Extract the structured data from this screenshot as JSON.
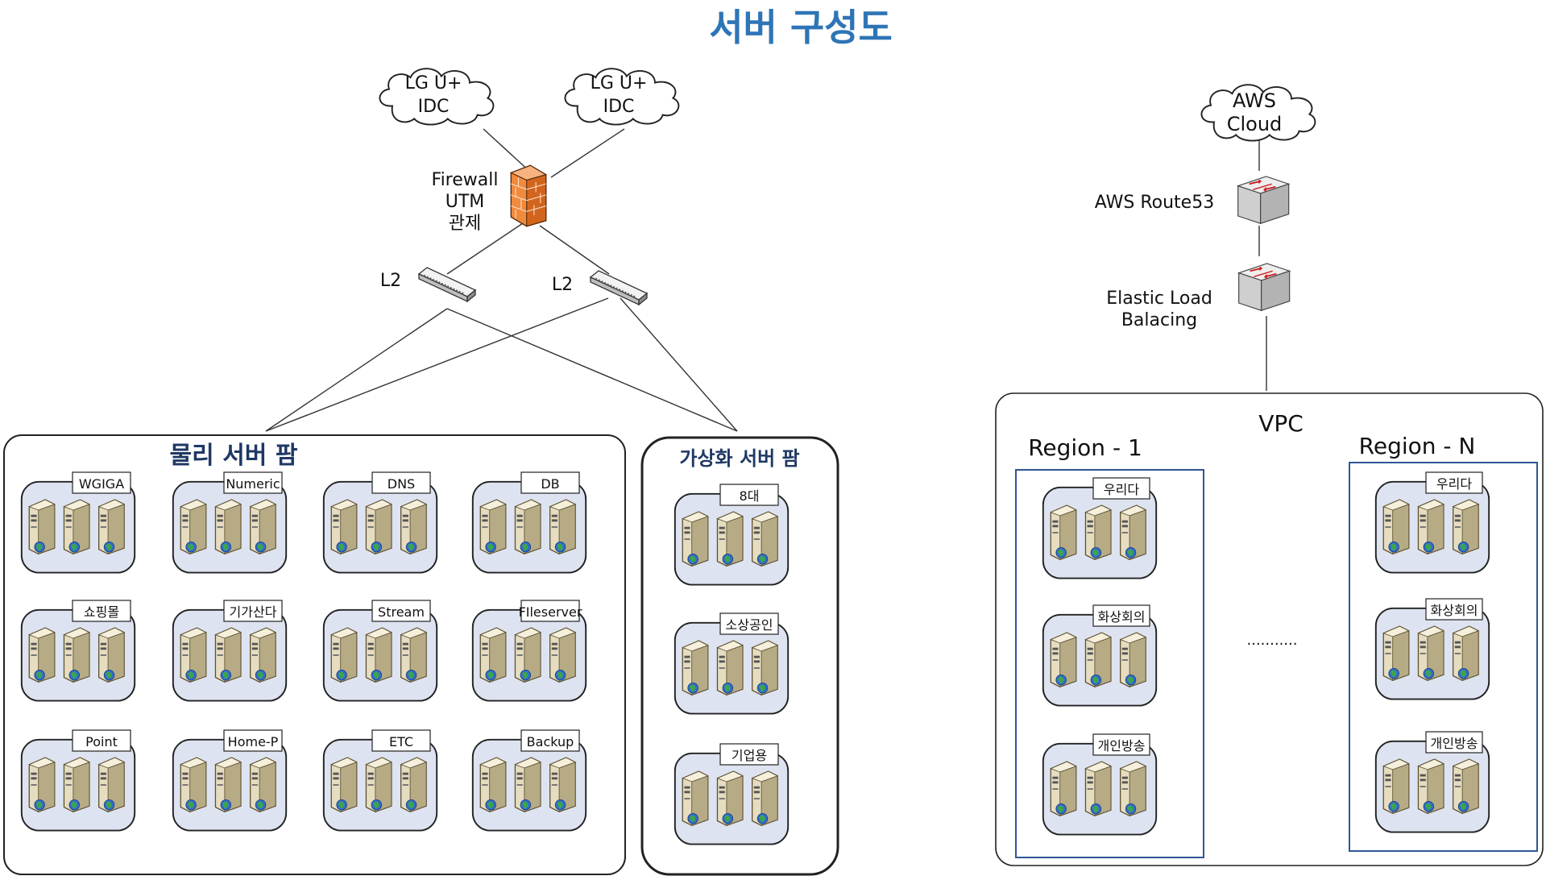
{
  "title": "서버 구성도",
  "clouds": [
    {
      "name": "lg-uplus-idc-cloud-1",
      "lines": [
        "LG U+",
        "IDC"
      ]
    },
    {
      "name": "lg-uplus-idc-cloud-2",
      "lines": [
        "LG U+",
        "IDC"
      ]
    },
    {
      "name": "aws-cloud",
      "lines": [
        "AWS",
        "Cloud"
      ]
    }
  ],
  "firewall": {
    "lines": [
      "Firewall",
      "UTM",
      "관제"
    ]
  },
  "l2_switches": [
    {
      "label": "L2"
    },
    {
      "label": "L2"
    }
  ],
  "aws": {
    "route53_label": "AWS Route53",
    "elb_lines": [
      "Elastic Load",
      "Balacing"
    ],
    "vpc_label": "VPC",
    "region_1_label": "Region - 1",
    "region_n_label": "Region - N",
    "ellipsis": "...........",
    "region_1_groups": [
      "우리다",
      "화상회의",
      "개인방송"
    ],
    "region_n_groups": [
      "우리다",
      "화상회의",
      "개인방송"
    ]
  },
  "physical_farm": {
    "title": "물리 서버 팜",
    "groups": [
      "WGIGA",
      "Numeric",
      "DNS",
      "DB",
      "쇼핑몰",
      "기가산다",
      "Stream",
      "FIleserver",
      "Point",
      "Home-P",
      "ETC",
      "Backup"
    ]
  },
  "virtual_farm": {
    "title": "가상화 서버 팜",
    "groups": [
      "8대",
      "소상공인",
      "기업용"
    ]
  },
  "colors": {
    "title": "#2e75b6",
    "farm_title": "#1f3864",
    "group_fill": "#dde3f0",
    "region_border": "#2f5597",
    "firewall": "#f08a3c",
    "server_body": "#e6dcc0",
    "globe": "#2e6fd0"
  }
}
